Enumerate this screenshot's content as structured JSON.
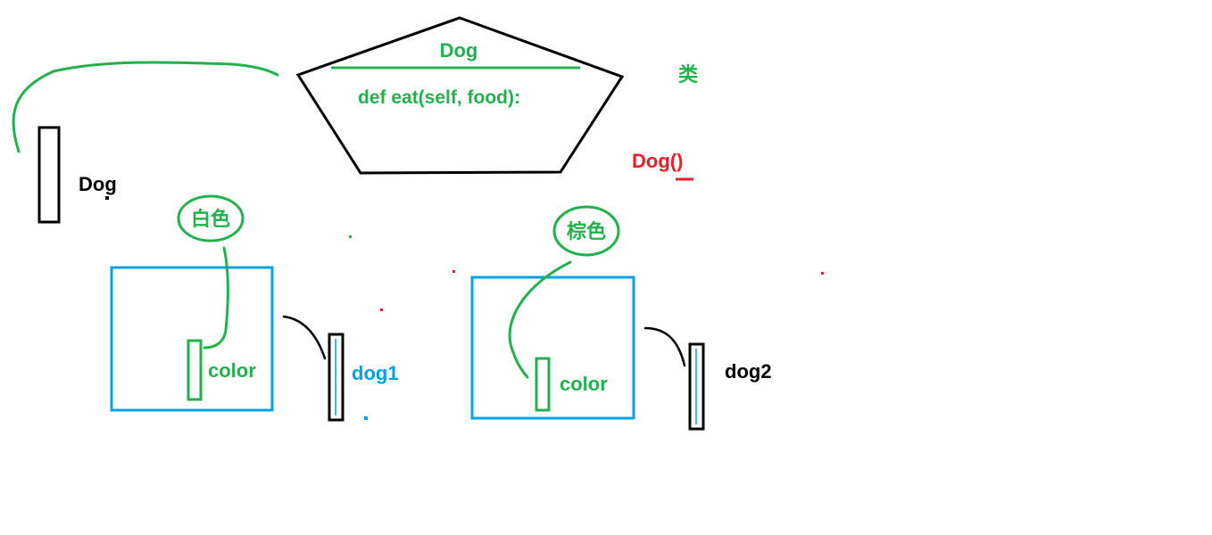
{
  "colors": {
    "green": "#22b14c",
    "black": "#000000",
    "red": "#ed1c24",
    "blue": "#00a2e8"
  },
  "class_shape": {
    "name": "Dog",
    "method": "def eat(self, food):"
  },
  "class_label": "类",
  "constructor_call": "Dog()",
  "class_variable": "Dog",
  "instances": [
    {
      "variable": "dog1",
      "attribute": "color",
      "value": "白色"
    },
    {
      "variable": "dog2",
      "attribute": "color",
      "value": "棕色"
    }
  ]
}
